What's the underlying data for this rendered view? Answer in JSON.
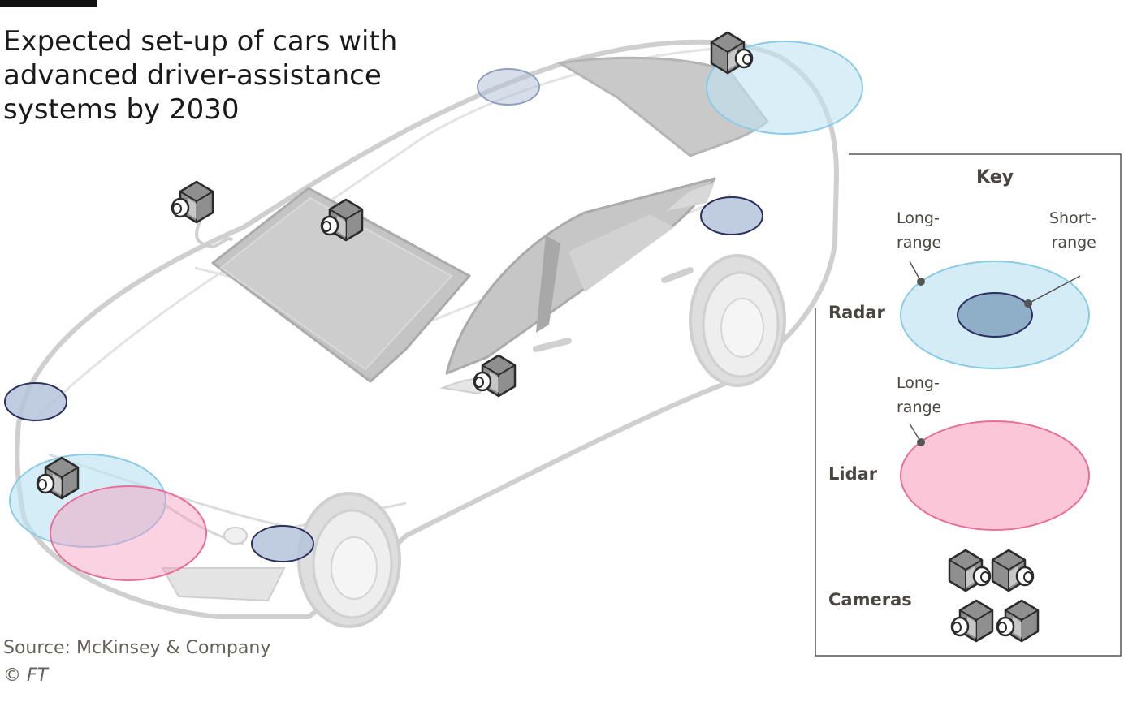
{
  "title": "Expected set-up of cars with advanced driver-assistance systems by 2030",
  "source": "Source: McKinsey & Company",
  "copyright": "© FT",
  "key": {
    "title": "Key",
    "radar": {
      "label": "Radar",
      "long_range_label": "Long-\nrange",
      "short_range_label": "Short-\nrange",
      "long_range_color": "#d4ecf5",
      "short_range_color": "#8fafc8"
    },
    "lidar": {
      "label": "Lidar",
      "long_range_label": "Long-\nrange",
      "color": "#fcc6d9"
    },
    "cameras": {
      "label": "Cameras",
      "icon": "camera-icon"
    }
  },
  "colors": {
    "car_body": "#ffffff",
    "car_outline": "#cfcfcf",
    "glass": "#c6c6c6",
    "radar_long_range": "#d4ecf5",
    "radar_short_range": "#b5c3d9",
    "lidar": "#f8b9d0",
    "camera": "#8f8f8f"
  }
}
